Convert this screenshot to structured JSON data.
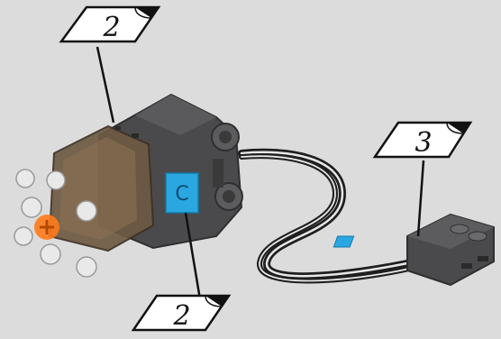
{
  "callouts": {
    "top": "2",
    "right": "3",
    "bottom": "2"
  },
  "motor": {
    "port_label": "C"
  },
  "colors": {
    "background": "#dcdcdc",
    "motor_body": "#4a4a4c",
    "motor_end": "#6e5a44",
    "port_highlight": "#2aa7e0",
    "axle_hub": "#ff7a1a",
    "cable": "#2b2b2b"
  },
  "icons": {
    "card_fold": "page-curl-icon"
  }
}
